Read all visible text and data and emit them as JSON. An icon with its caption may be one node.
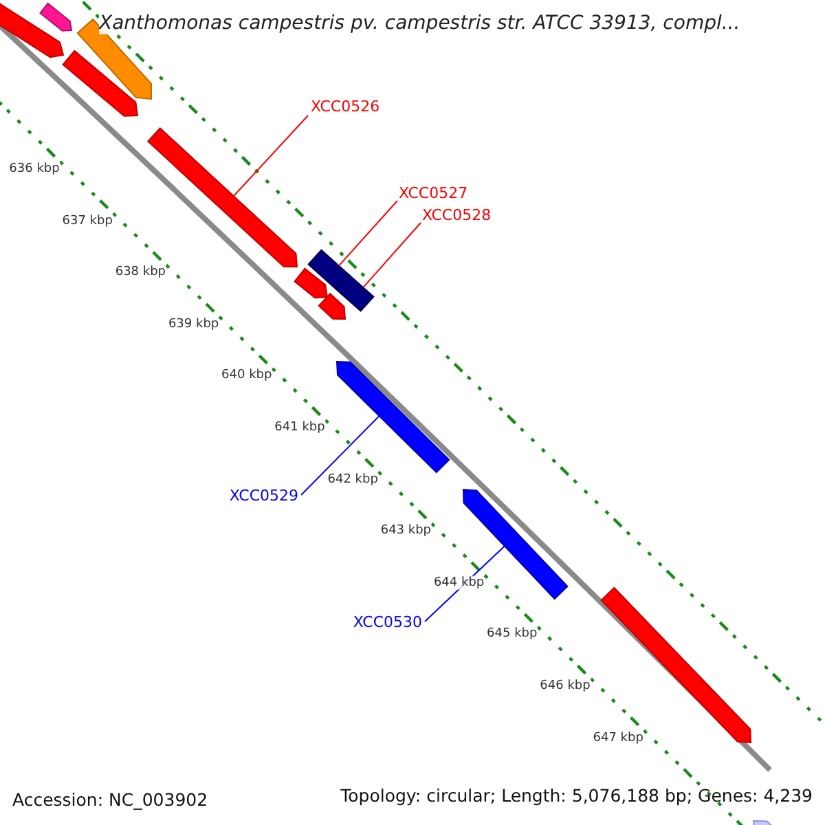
{
  "diagram": {
    "title": "Xanthomonas campestris pv. campestris str. ATCC 33913, compl...",
    "nodes": [
      {
        "text": [
          "XCC0526"
        ]
      },
      {
        "text": [],
        "shape": "bar"
      },
      {
        "text": [
          "XCC0527"
        ]
      },
      {
        "text": [],
        "shape": "bar"
      },
      {
        "text": [
          "XCC0528"
        ]
      },
      {
        "text": [],
        "shape": "bar"
      },
      {
        "text": [
          "XCC0529"
        ]
      },
      {
        "text": [],
        "shape": "bar"
      },
      {
        "text": [
          "XCC0530"
        ]
      },
      {
        "text": [],
        "shape": "bar"
      },
      {
        "text": [],
        "shape": "bar"
      },
      {
        "text": [],
        "shape": "bar"
      },
      {
        "text": [],
        "shape": "bar"
      },
      {
        "text": [],
        "shape": "bar"
      },
      {
        "text": [],
        "shape": "bar"
      },
      {
        "text": [],
        "shape": "bar"
      },
      {
        "text": [],
        "shape": "bar"
      },
      {
        "text": [],
        "shape": "bar"
      }
    ],
    "edges": [
      {
        "from": 0,
        "to": 1,
        "arrow": "none"
      },
      {
        "from": 2,
        "to": 3,
        "arrow": "none"
      },
      {
        "from": 4,
        "to": 5,
        "arrow": "none"
      },
      {
        "from": 6,
        "to": 7,
        "arrow": "none",
        "color": "#0000ff"
      },
      {
        "from": 8,
        "to": 9,
        "arrow": "none",
        "color": "#0000ff"
      }
    ],
    "labels": [
      "636 kbp",
      "637 kbp",
      "638 kbp",
      "639 kbp",
      "640 kbp",
      "641 kbp",
      "642 kbp",
      "643 kbp",
      "644 kbp",
      "645 kbp",
      "646 kbp",
      "647 kbp",
      "Accession: NC_003902",
      "Topology: circular; Length: 5,076,188 bp; Genes: 4,239"
    ]
  }
}
